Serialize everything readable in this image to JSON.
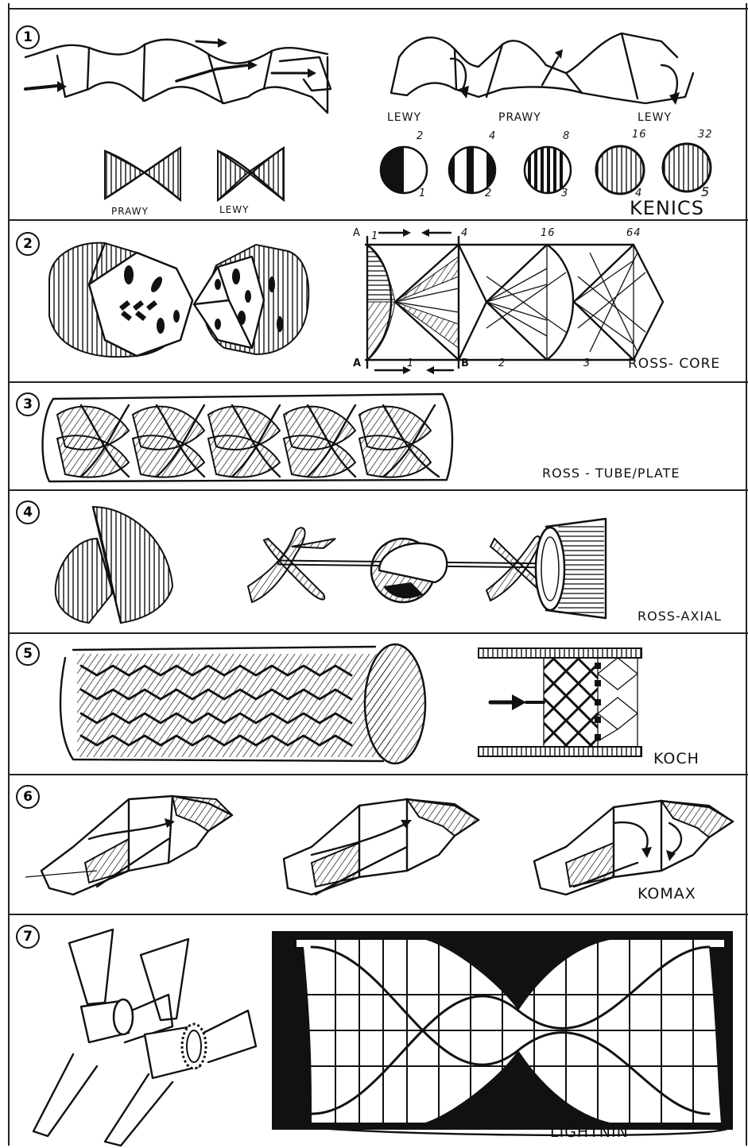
{
  "panels": [
    {
      "number": "1",
      "title": "Kenics",
      "labels": [
        "LEWY",
        "PRAWY",
        "LEWY",
        "PRAWY",
        "LEWY"
      ],
      "stage_top": [
        "2",
        "4",
        "8",
        "16",
        "32"
      ],
      "stage_bottom": [
        "1",
        "2",
        "3",
        "4",
        "5"
      ]
    },
    {
      "number": "2",
      "title": "ROSS- CORE",
      "top_labels": [
        "A",
        "1",
        "4",
        "16",
        "64"
      ],
      "bottom_labels": [
        "A",
        "1",
        "B",
        "2",
        "3"
      ]
    },
    {
      "number": "3",
      "title": "ROSS - TUBE/PLATE"
    },
    {
      "number": "4",
      "title": "ROSS-AXIAL"
    },
    {
      "number": "5",
      "title": "KOCH"
    },
    {
      "number": "6",
      "title": "KOMAX"
    },
    {
      "number": "7",
      "title": "LIGHTNIN"
    }
  ]
}
